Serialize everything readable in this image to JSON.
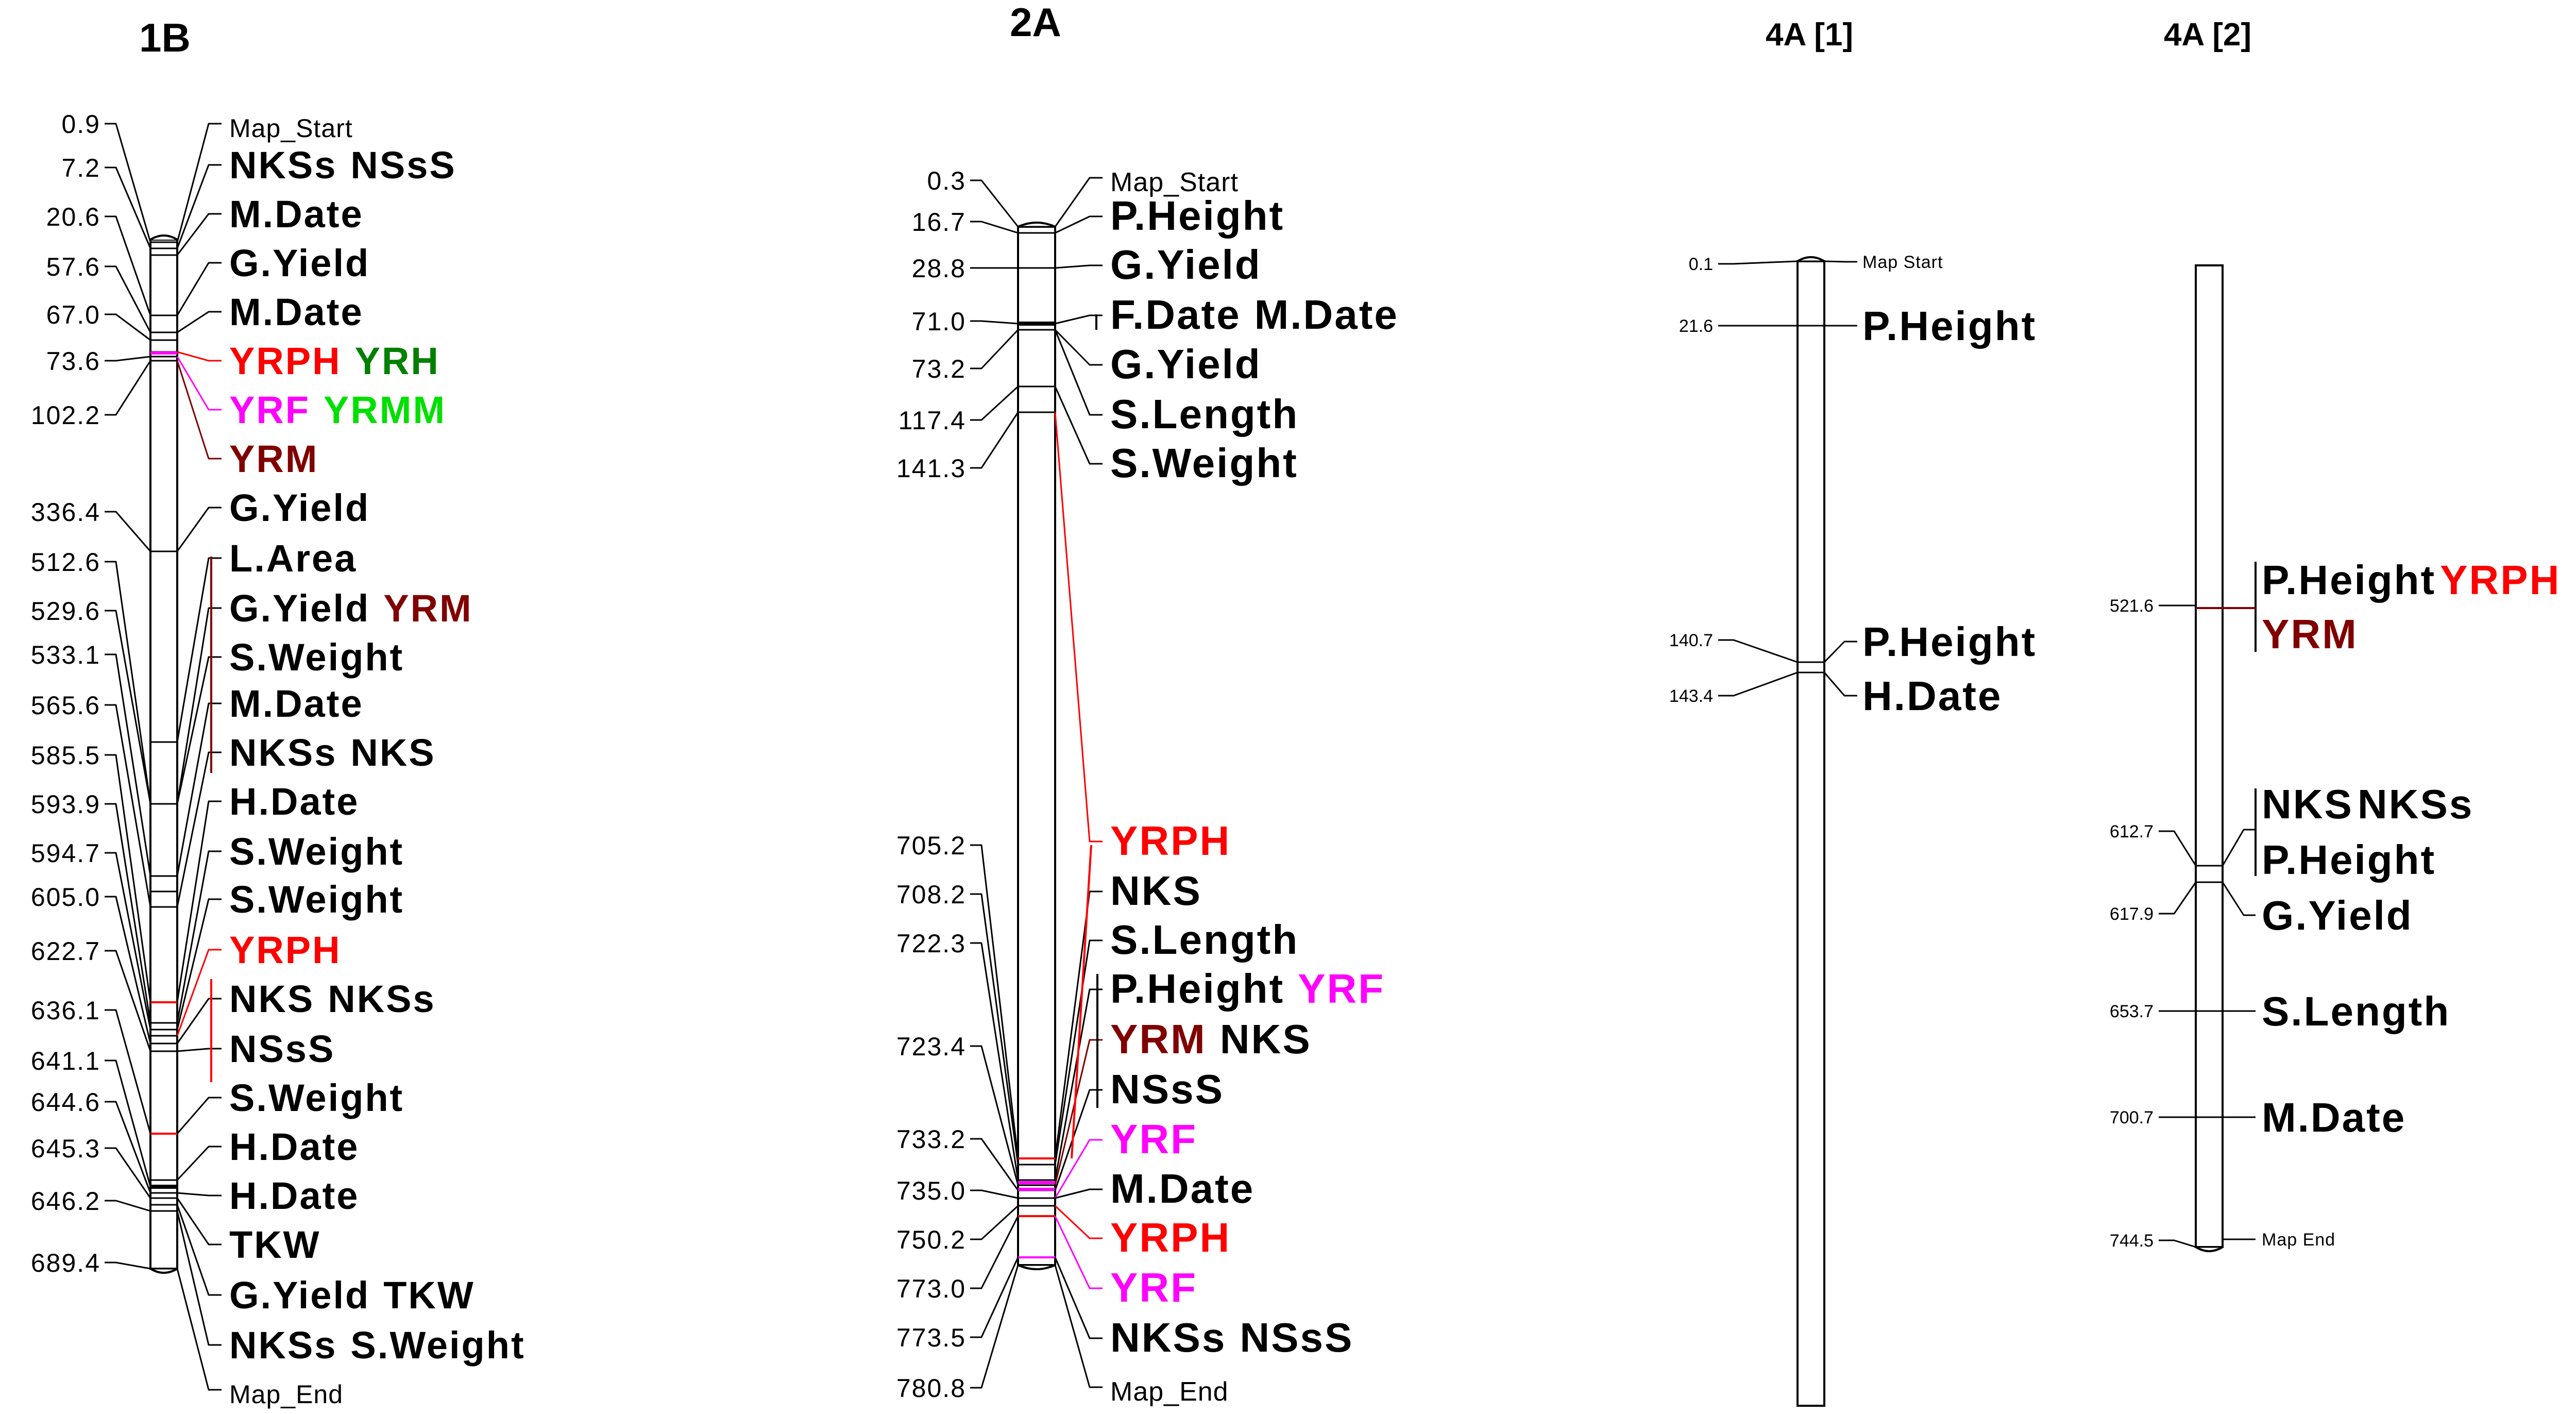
{
  "colors": {
    "black": "#000000",
    "red": "#ff0000",
    "green": "#008000",
    "lightgreen": "#00e000",
    "magenta": "#ff00ff",
    "darkred": "#800000"
  },
  "chromosomes": [
    {
      "id": "1B",
      "title": "1B",
      "positions": [
        "0.9",
        "7.2",
        "20.6",
        "57.6",
        "67.0",
        "73.6",
        "102.2",
        "336.4",
        "512.6",
        "529.6",
        "533.1",
        "565.6",
        "585.5",
        "593.9",
        "594.7",
        "605.0",
        "622.7",
        "636.1",
        "641.1",
        "644.6",
        "645.3",
        "646.2",
        "689.4"
      ],
      "labels": [
        [
          {
            "t": "Map_Start",
            "c": "black",
            "small": true
          }
        ],
        [
          {
            "t": "NKSs",
            "c": "black"
          },
          {
            "t": "NSsS",
            "c": "black"
          }
        ],
        [
          {
            "t": "M.Date",
            "c": "black"
          }
        ],
        [
          {
            "t": "G.Yield",
            "c": "black"
          }
        ],
        [
          {
            "t": "M.Date",
            "c": "black"
          }
        ],
        [
          {
            "t": "YRPH",
            "c": "red"
          },
          {
            "t": "YRH",
            "c": "green"
          }
        ],
        [
          {
            "t": "YRF",
            "c": "magenta"
          },
          {
            "t": "YRMM",
            "c": "lightgreen"
          }
        ],
        [
          {
            "t": "YRM",
            "c": "darkred"
          }
        ],
        [
          {
            "t": "G.Yield",
            "c": "black"
          }
        ],
        [
          {
            "t": "L.Area",
            "c": "black"
          }
        ],
        [
          {
            "t": "G.Yield",
            "c": "black"
          },
          {
            "t": "YRM",
            "c": "darkred"
          }
        ],
        [
          {
            "t": "S.Weight",
            "c": "black"
          }
        ],
        [
          {
            "t": "M.Date",
            "c": "black"
          }
        ],
        [
          {
            "t": "NKSs",
            "c": "black"
          },
          {
            "t": "NKS",
            "c": "black"
          }
        ],
        [
          {
            "t": "H.Date",
            "c": "black"
          }
        ],
        [
          {
            "t": "S.Weight",
            "c": "black"
          }
        ],
        [
          {
            "t": "S.Weight",
            "c": "black"
          }
        ],
        [
          {
            "t": "YRPH",
            "c": "red"
          }
        ],
        [
          {
            "t": "NKS",
            "c": "black"
          },
          {
            "t": "NKSs",
            "c": "black"
          }
        ],
        [
          {
            "t": "NSsS",
            "c": "black"
          }
        ],
        [
          {
            "t": "S.Weight",
            "c": "black"
          }
        ],
        [
          {
            "t": "H.Date",
            "c": "black"
          }
        ],
        [
          {
            "t": "H.Date",
            "c": "black"
          }
        ],
        [
          {
            "t": "TKW",
            "c": "black"
          }
        ],
        [
          {
            "t": "G.Yield",
            "c": "black"
          },
          {
            "t": "TKW",
            "c": "black"
          }
        ],
        [
          {
            "t": "NKSs",
            "c": "black"
          },
          {
            "t": "S.Weight",
            "c": "black"
          }
        ],
        [
          {
            "t": "Map_End",
            "c": "black",
            "small": true
          }
        ]
      ]
    },
    {
      "id": "2A",
      "title": "2A",
      "positions": [
        "0.3",
        "16.7",
        "28.8",
        "71.0",
        "73.2",
        "117.4",
        "141.3",
        "705.2",
        "708.2",
        "722.3",
        "723.4",
        "733.2",
        "735.0",
        "750.2",
        "773.0",
        "773.5",
        "780.8"
      ],
      "labels": [
        [
          {
            "t": "Map_Start",
            "c": "black",
            "small": true
          }
        ],
        [
          {
            "t": "P.Height",
            "c": "black"
          }
        ],
        [
          {
            "t": "G.Yield",
            "c": "black"
          }
        ],
        [
          {
            "t": "F.Date",
            "c": "black"
          },
          {
            "t": "M.Date",
            "c": "black"
          }
        ],
        [
          {
            "t": "G.Yield",
            "c": "black"
          }
        ],
        [
          {
            "t": "S.Length",
            "c": "black"
          }
        ],
        [
          {
            "t": "S.Weight",
            "c": "black"
          }
        ],
        [
          {
            "t": "YRPH",
            "c": "red"
          }
        ],
        [
          {
            "t": "NKS",
            "c": "black"
          }
        ],
        [
          {
            "t": "S.Length",
            "c": "black"
          }
        ],
        [
          {
            "t": "P.Height",
            "c": "black"
          },
          {
            "t": "YRF",
            "c": "magenta"
          }
        ],
        [
          {
            "t": "YRM",
            "c": "darkred"
          },
          {
            "t": "NKS",
            "c": "black"
          }
        ],
        [
          {
            "t": "NSsS",
            "c": "black"
          }
        ],
        [
          {
            "t": "YRF",
            "c": "magenta"
          }
        ],
        [
          {
            "t": "M.Date",
            "c": "black"
          }
        ],
        [
          {
            "t": "YRPH",
            "c": "red"
          }
        ],
        [
          {
            "t": "YRF",
            "c": "magenta"
          }
        ],
        [
          {
            "t": "NKSs",
            "c": "black"
          },
          {
            "t": "NSsS",
            "c": "black"
          }
        ],
        [
          {
            "t": "Map_End",
            "c": "black",
            "small": true
          }
        ]
      ]
    },
    {
      "id": "4A1",
      "title": "4A [1]",
      "positions": [
        "0.1",
        "21.6",
        "140.7",
        "143.4"
      ],
      "labels": [
        [
          {
            "t": "Map Start",
            "c": "black",
            "small": true
          }
        ],
        [
          {
            "t": "P.Height",
            "c": "black"
          }
        ],
        [
          {
            "t": "P.Height",
            "c": "black"
          }
        ],
        [
          {
            "t": "H.Date",
            "c": "black"
          }
        ]
      ]
    },
    {
      "id": "4A2",
      "title": "4A [2]",
      "positions": [
        "521.6",
        "612.7",
        "617.9",
        "653.7",
        "700.7",
        "744.5"
      ],
      "labels": [
        [
          {
            "t": "P.Height",
            "c": "black"
          },
          {
            "t": "YRPH",
            "c": "red"
          }
        ],
        [
          {
            "t": "YRM",
            "c": "darkred"
          }
        ],
        [
          {
            "t": "NKS",
            "c": "black"
          },
          {
            "t": "NKSs",
            "c": "black"
          }
        ],
        [
          {
            "t": "P.Height",
            "c": "black"
          }
        ],
        [
          {
            "t": "G.Yield",
            "c": "black"
          }
        ],
        [
          {
            "t": "S.Length",
            "c": "black"
          }
        ],
        [
          {
            "t": "M.Date",
            "c": "black"
          }
        ],
        [
          {
            "t": "Map  End",
            "c": "black",
            "small": true
          }
        ]
      ]
    }
  ]
}
